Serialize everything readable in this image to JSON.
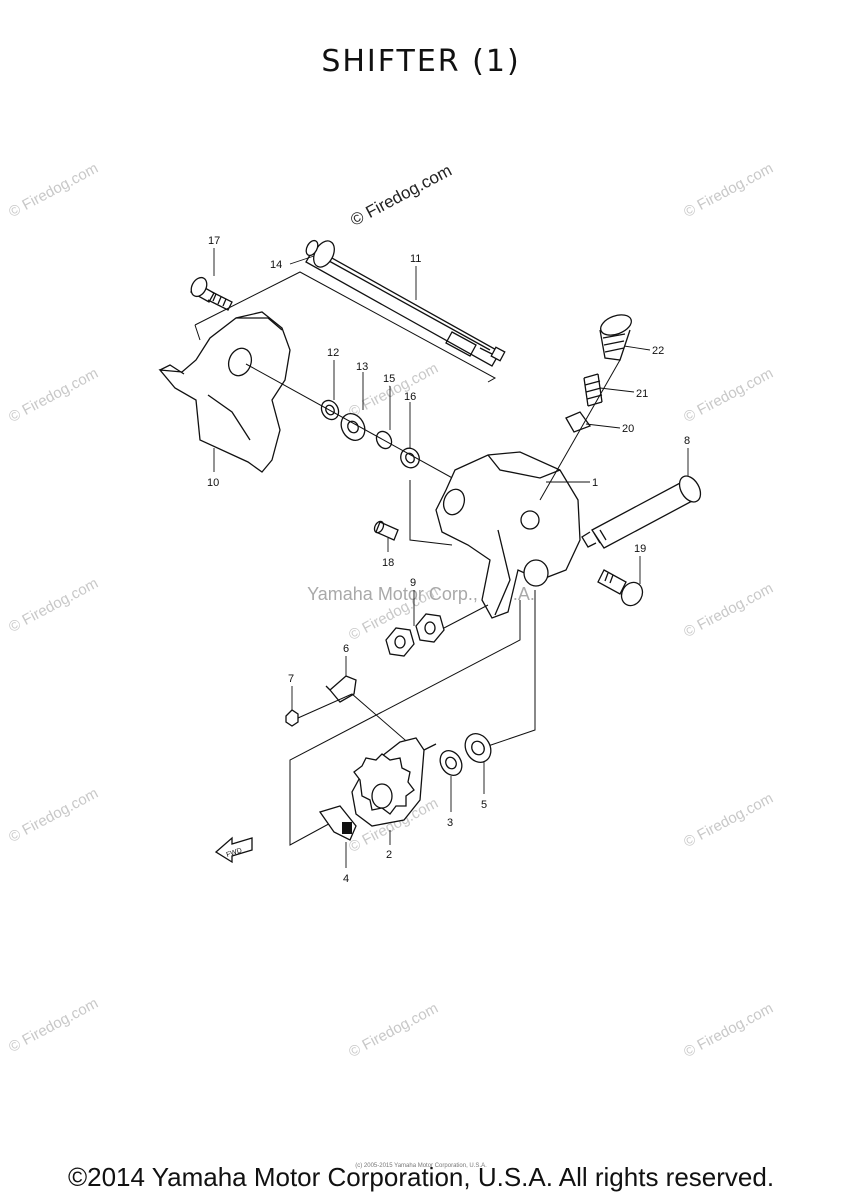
{
  "title": "SHIFTER (1)",
  "center_watermark": "Yamaha Motor Corp., U.S.A.",
  "watermark_text": "© Firedog.com",
  "small_print": "(c) 2005-2015 Yamaha Motor Corporation, U.S.A.",
  "copyright": "©2014 Yamaha Motor Corporation, U.S.A. All rights reserved.",
  "callouts": [
    "1",
    "2",
    "3",
    "4",
    "5",
    "6",
    "7",
    "8",
    "9",
    "10",
    "11",
    "12",
    "13",
    "14",
    "15",
    "16",
    "17",
    "18",
    "19",
    "20",
    "21",
    "22"
  ],
  "fwd_label": "FWD"
}
